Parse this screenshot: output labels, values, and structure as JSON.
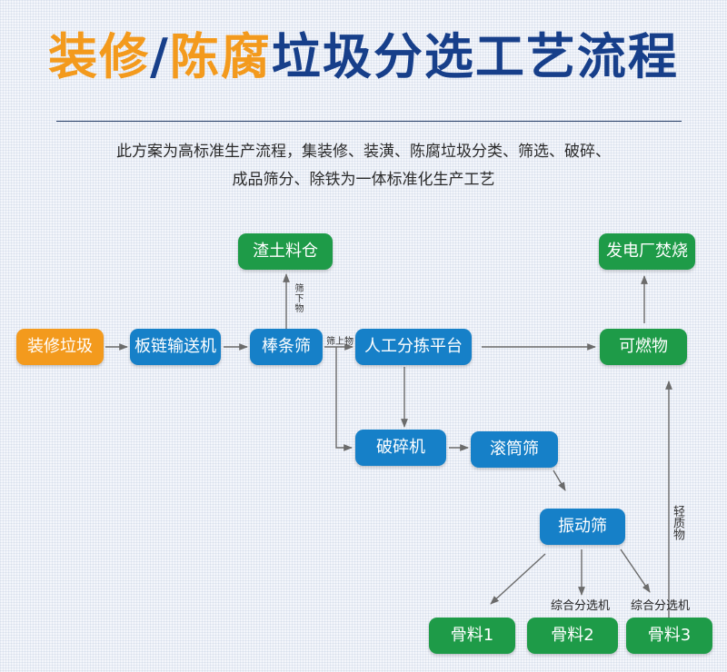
{
  "title": {
    "part1": "装修",
    "slash": "/",
    "part2": "陈腐",
    "part3": "垃圾分选工艺流程"
  },
  "description": {
    "line1": "此方案为高标准生产流程，集装修、装潢、陈腐垃圾分类、筛选、破碎、",
    "line2": "成品筛分、除铁为一体标准化生产工艺"
  },
  "nodes": {
    "renovation_waste": "装修垃圾",
    "chain_conveyor": "板链输送机",
    "bar_screen": "棒条筛",
    "manual_sorting": "人工分拣平台",
    "crusher": "破碎机",
    "drum_screen": "滚筒筛",
    "vibrating_screen": "振动筛",
    "soil_bin": "渣土料仓",
    "combustibles": "可燃物",
    "power_plant": "发电厂焚烧",
    "aggregate1": "骨料1",
    "aggregate2": "骨料2",
    "aggregate3": "骨料3"
  },
  "labels": {
    "undersize": "筛下物",
    "oversize": "筛上物",
    "light_material": "轻质物",
    "sorter1": "综合分选机",
    "sorter2": "综合分选机"
  },
  "colors": {
    "orange": "#f39a1d",
    "blue": "#1680c8",
    "green": "#1e9b48",
    "title_blue": "#173f8a",
    "arrow": "#6b6b6b"
  }
}
